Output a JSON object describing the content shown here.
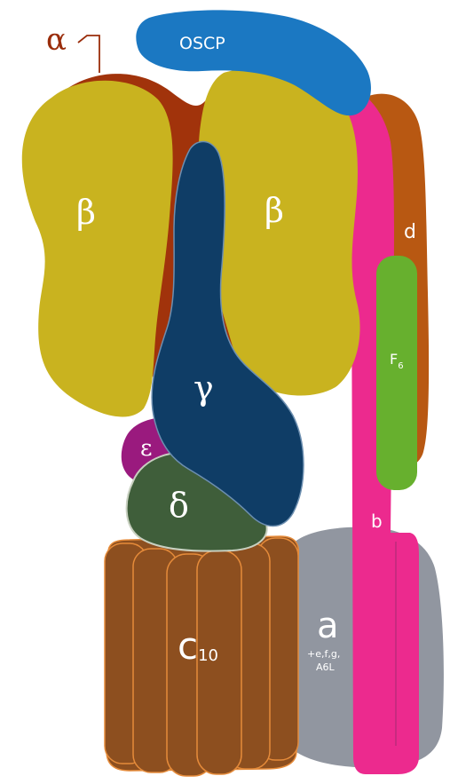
{
  "labels": {
    "alpha": "α",
    "oscp": "OSCP",
    "beta_left": "β",
    "beta_right": "β",
    "gamma": "γ",
    "epsilon": "ε",
    "delta": "δ",
    "d": "d",
    "f6_main": "F",
    "f6_sub": "6",
    "b": "b",
    "c_main": "c",
    "c_sub": "10",
    "a_main": "a",
    "a_sub_line1": "+e,f,g,",
    "a_sub_line2": "A6L"
  },
  "colors": {
    "beta": "#c9b31f",
    "alpha": "#a1330b",
    "oscp": "#1b78c2",
    "gamma": "#0f3d66",
    "epsilon": "#9a1a7e",
    "delta": "#3f5e3a",
    "d_subunit": "#b85812",
    "f6": "#67b02e",
    "b_subunit": "#ec2a8e",
    "c_ring": "#8d4f1f",
    "c_ring_outline": "#e58b3a",
    "a_subunit": "#9196a0",
    "alpha_label": "#9a2d0b"
  }
}
